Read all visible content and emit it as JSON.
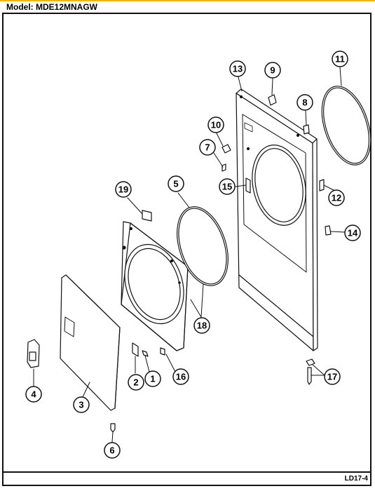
{
  "header": {
    "model_label": "Model: MDE12MNAGW"
  },
  "footer": {
    "code": "LD17-4"
  },
  "colors": {
    "accent_strip": "#f2b800",
    "line": "#111111"
  },
  "callouts": {
    "c1": "1",
    "c2": "2",
    "c3": "3",
    "c4": "4",
    "c5": "5",
    "c6": "6",
    "c7": "7",
    "c8": "8",
    "c9": "9",
    "c10": "10",
    "c11": "11",
    "c12": "12",
    "c13": "13",
    "c14": "14",
    "c15": "15",
    "c16": "16",
    "c17": "17",
    "c18": "18",
    "c19": "19"
  }
}
